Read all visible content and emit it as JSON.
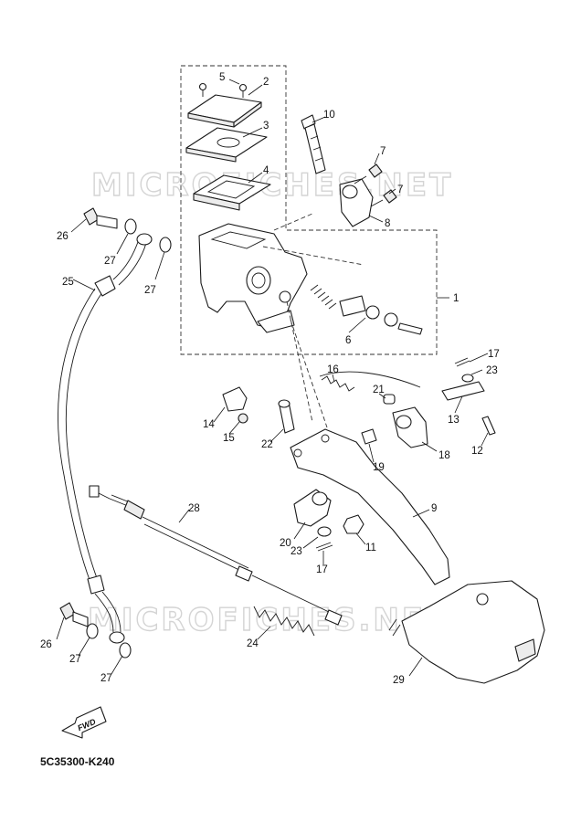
{
  "watermark": {
    "text": "MICROFICHES.NET"
  },
  "diagram_code": "5C35300-K240",
  "fwd_label": "FWD",
  "callouts": [
    {
      "id": "c1",
      "label": "1"
    },
    {
      "id": "c2",
      "label": "2"
    },
    {
      "id": "c3",
      "label": "3"
    },
    {
      "id": "c4",
      "label": "4"
    },
    {
      "id": "c5",
      "label": "5"
    },
    {
      "id": "c6",
      "label": "6"
    },
    {
      "id": "c7a",
      "label": "7"
    },
    {
      "id": "c7b",
      "label": "7"
    },
    {
      "id": "c8",
      "label": "8"
    },
    {
      "id": "c9",
      "label": "9"
    },
    {
      "id": "c10",
      "label": "10"
    },
    {
      "id": "c11",
      "label": "11"
    },
    {
      "id": "c12",
      "label": "12"
    },
    {
      "id": "c13",
      "label": "13"
    },
    {
      "id": "c14",
      "label": "14"
    },
    {
      "id": "c15",
      "label": "15"
    },
    {
      "id": "c16",
      "label": "16"
    },
    {
      "id": "c17a",
      "label": "17"
    },
    {
      "id": "c17b",
      "label": "17"
    },
    {
      "id": "c18",
      "label": "18"
    },
    {
      "id": "c19",
      "label": "19"
    },
    {
      "id": "c20",
      "label": "20"
    },
    {
      "id": "c21",
      "label": "21"
    },
    {
      "id": "c22",
      "label": "22"
    },
    {
      "id": "c23a",
      "label": "23"
    },
    {
      "id": "c23b",
      "label": "23"
    },
    {
      "id": "c24",
      "label": "24"
    },
    {
      "id": "c25",
      "label": "25"
    },
    {
      "id": "c26a",
      "label": "26"
    },
    {
      "id": "c26b",
      "label": "26"
    },
    {
      "id": "c27a",
      "label": "27"
    },
    {
      "id": "c27b",
      "label": "27"
    },
    {
      "id": "c27c",
      "label": "27"
    },
    {
      "id": "c27d",
      "label": "27"
    },
    {
      "id": "c28",
      "label": "28"
    },
    {
      "id": "c29",
      "label": "29"
    }
  ]
}
